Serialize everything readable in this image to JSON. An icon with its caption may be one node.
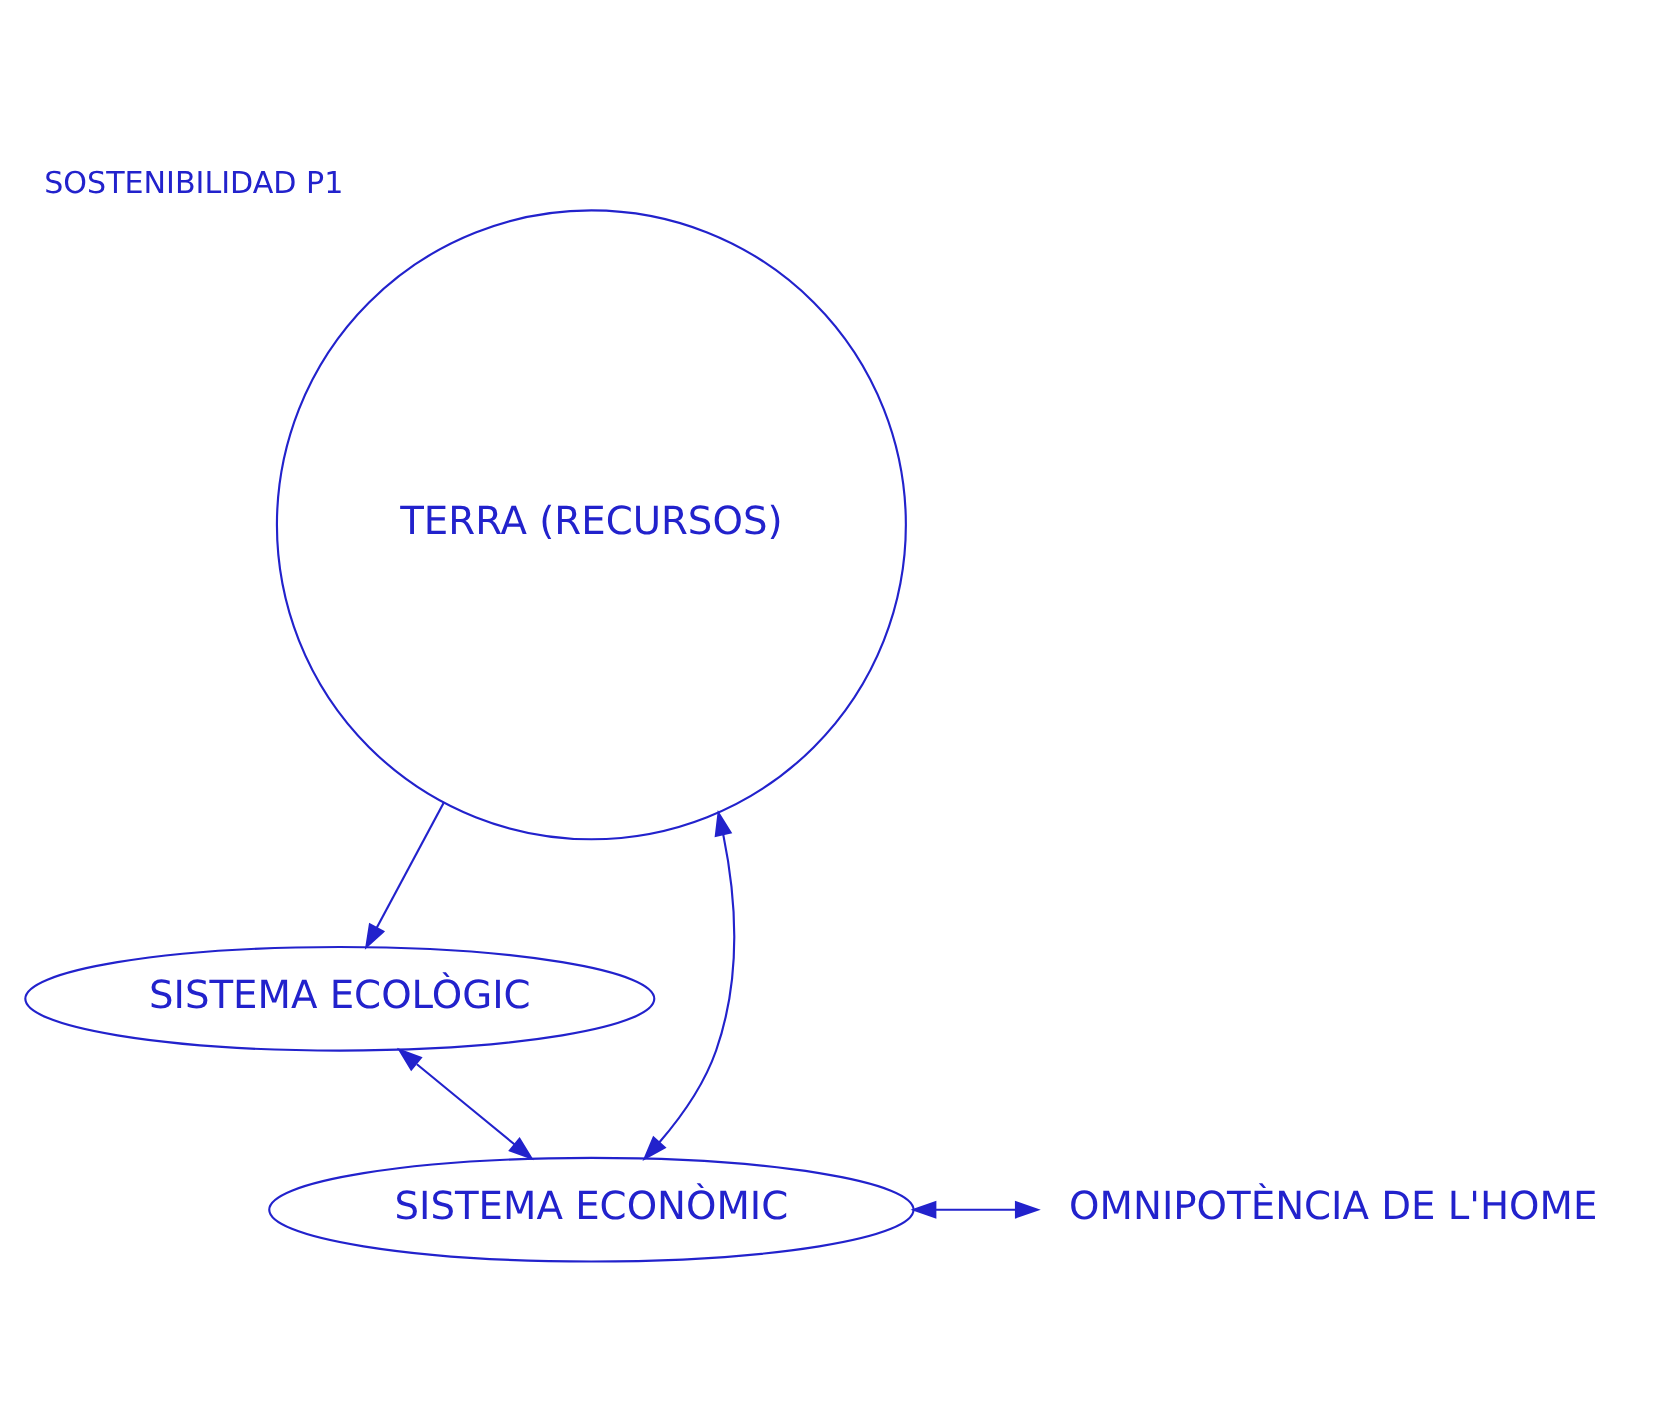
{
  "diagram": {
    "title": "SOSTENIBILIDAD P1",
    "nodes": [
      {
        "text": [
          "SISTEMA ECOLÒGIC"
        ]
      },
      {
        "text": [
          "TERRA (RECURSOS)"
        ]
      },
      {
        "text": [
          "SISTEMA ECONÒMIC"
        ]
      },
      {
        "text": [
          "OMNIPOTÈNCIA DE L'HOME"
        ]
      }
    ],
    "edges": [
      {
        "from": 1,
        "to": 0,
        "arrow": "to"
      },
      {
        "from": 1,
        "to": 2,
        "arrow": "both"
      },
      {
        "from": 0,
        "to": 2,
        "arrow": "both"
      },
      {
        "from": 2,
        "to": 3,
        "arrow": "both"
      }
    ]
  }
}
